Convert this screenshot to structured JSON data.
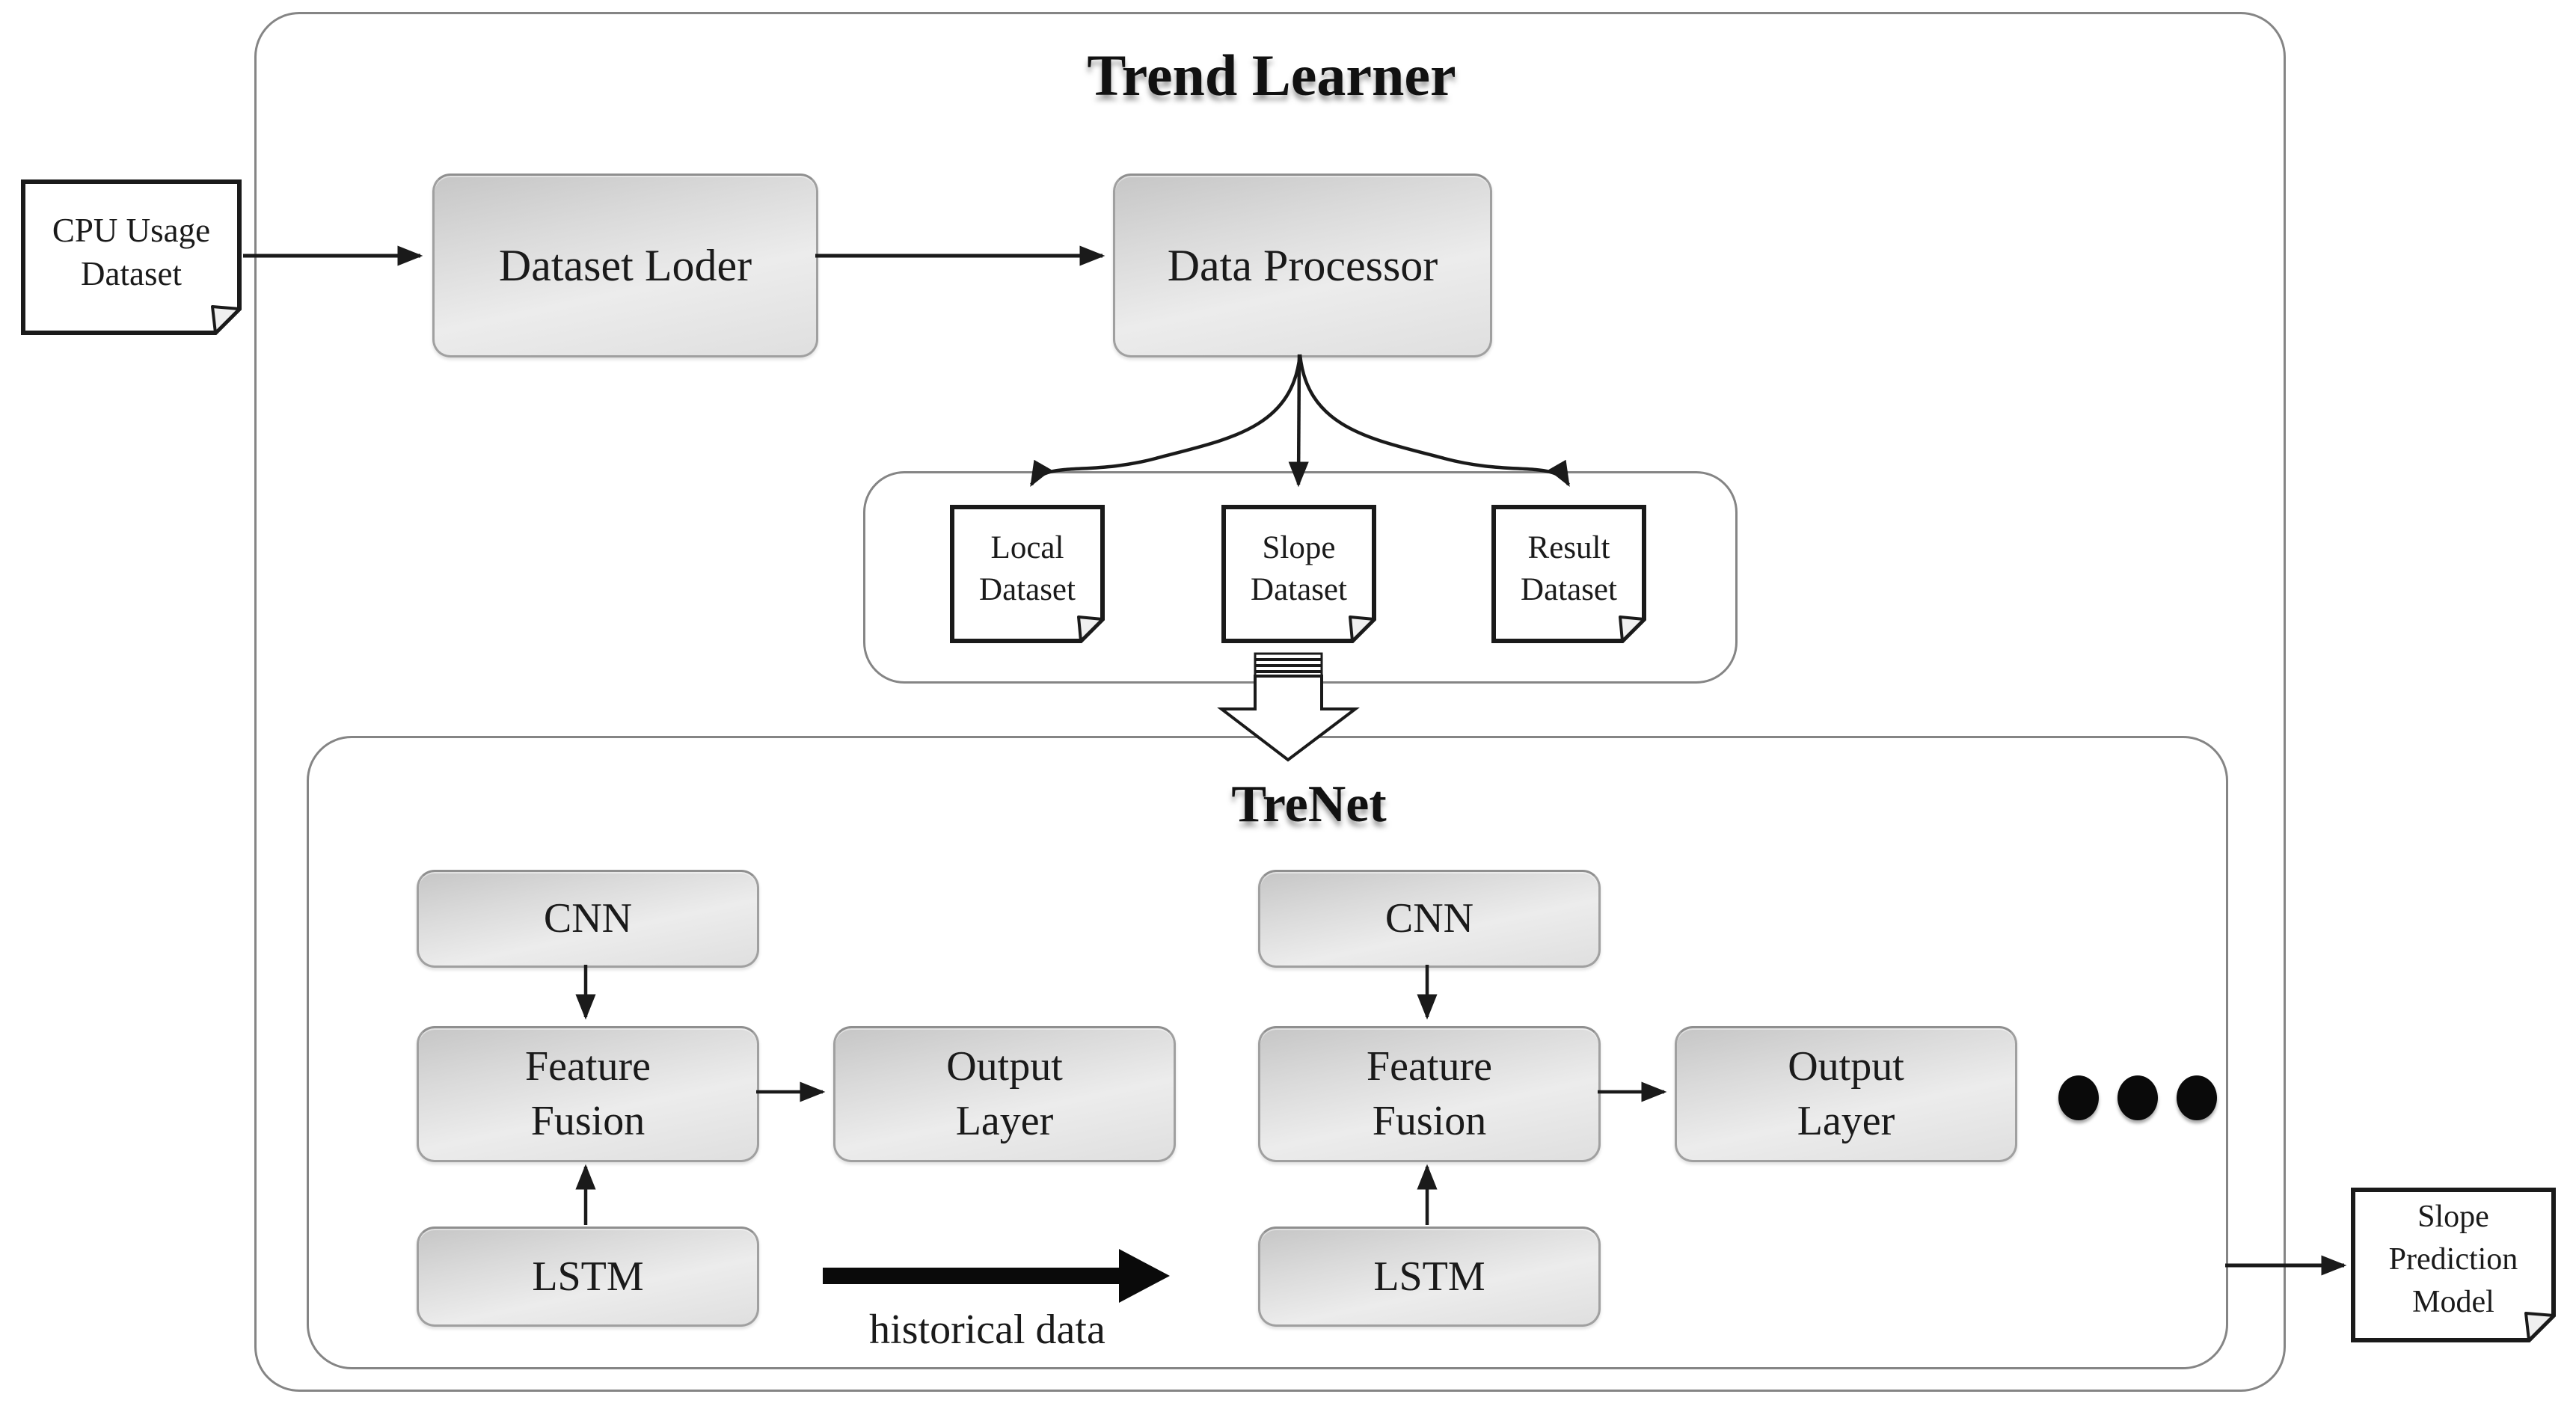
{
  "diagram": {
    "titles": {
      "outer": "Trend Learner",
      "inner": "TreNet"
    },
    "docs": {
      "cpu": "CPU Usage\nDataset",
      "local": "Local\nDataset",
      "slope": "Slope\nDataset",
      "result": "Result\nDataset",
      "model": "Slope\nPrediction\nModel"
    },
    "boxes": {
      "loader": "Dataset Loder",
      "processor": "Data Processor"
    },
    "units": [
      {
        "cnn": "CNN",
        "feature_fusion": "Feature\nFusion",
        "output_layer": "Output\nLayer",
        "lstm": "LSTM"
      },
      {
        "cnn": "CNN",
        "feature_fusion": "Feature\nFusion",
        "output_layer": "Output\nLayer",
        "lstm": "LSTM"
      }
    ],
    "labels": {
      "historical": "historical data"
    },
    "icons": {
      "bulk_arrow": "block-down-arrow",
      "ellipsis": "ellipsis-dots",
      "document": "document-note"
    },
    "colors": {
      "background": "#ffffff",
      "box_fill_top": "#c6c6c6",
      "box_fill_mid": "#ececec",
      "box_fill_bottom": "#dfdfdf",
      "box_border": "#a0a0a0",
      "frame_border": "#858585",
      "doc_border": "#1a1a1a",
      "line": "#1a1a1a"
    }
  }
}
